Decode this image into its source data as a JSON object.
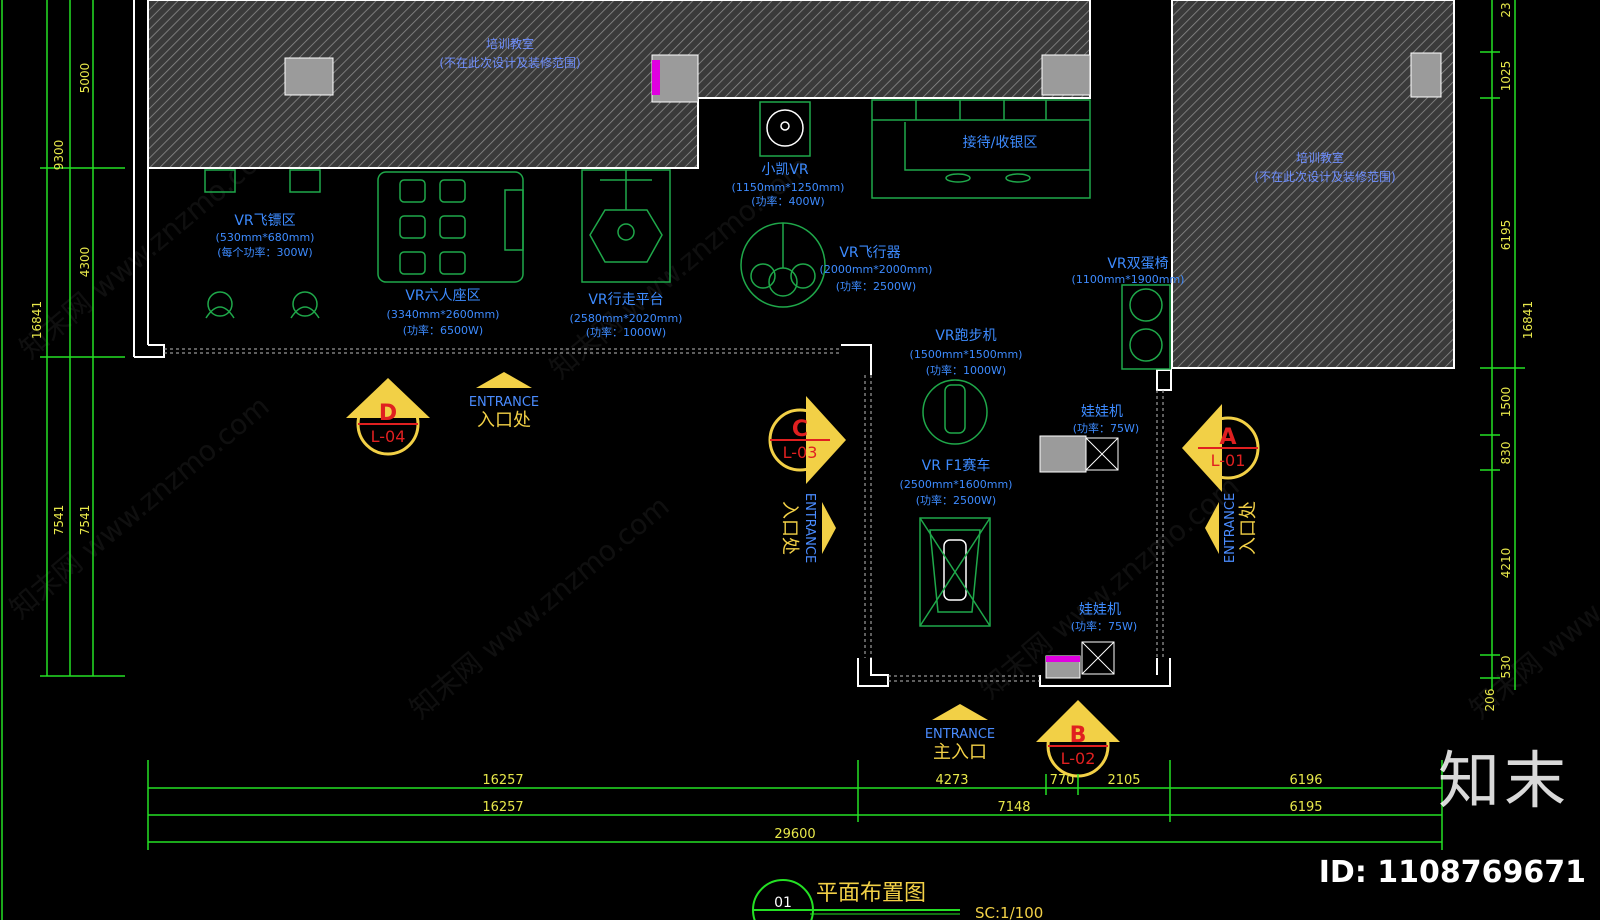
{
  "drawing": {
    "title": "平面布置图",
    "number": "01",
    "scale": "SC:1/100"
  },
  "classrooms": {
    "name": "培训教室",
    "note": "(不在此次设计及装修范围)"
  },
  "reception": "接待/收银区",
  "zones": {
    "dart": {
      "name": "VR飞镖区",
      "size": "(530mm*680mm)",
      "power": "(每个功率：300W)"
    },
    "six_seat": {
      "name": "VR六人座区",
      "size": "(3340mm*2600mm)",
      "power": "(功率：6500W)"
    },
    "walk": {
      "name": "VR行走平台",
      "size": "(2580mm*2020mm)",
      "power": "(功率：1000W)"
    },
    "xiaokai": {
      "name": "小凯VR",
      "size": "(1150mm*1250mm)",
      "power": "(功率：400W)"
    },
    "flyer": {
      "name": "VR飞行器",
      "size": "(2000mm*2000mm)",
      "power": "(功率：2500W)"
    },
    "egg": {
      "name": "VR双蛋椅",
      "size": "(1100mm*1900mm)"
    },
    "treadmill": {
      "name": "VR跑步机",
      "size": "(1500mm*1500mm)",
      "power": "(功率：1000W)"
    },
    "f1": {
      "name": "VR F1赛车",
      "size": "(2500mm*1600mm)",
      "power": "(功率：2500W)"
    },
    "claw1": {
      "name": "娃娃机",
      "power": "(功率：75W)"
    },
    "claw2": {
      "name": "娃娃机",
      "power": "(功率：75W)"
    }
  },
  "entrances": {
    "en": "ENTRANCE",
    "side": "入口处",
    "main": "主入口"
  },
  "elevation_markers": [
    {
      "letter": "A",
      "code": "L-01"
    },
    {
      "letter": "B",
      "code": "L-02"
    },
    {
      "letter": "C",
      "code": "L-03"
    },
    {
      "letter": "D",
      "code": "L-04"
    }
  ],
  "dimensions": {
    "bottom_row1": [
      "16257",
      "4273",
      "770",
      "2105",
      "6196"
    ],
    "bottom_row2": [
      "16257",
      "7148",
      "6195"
    ],
    "bottom_total": "29600",
    "left_outer": [
      "9300",
      "7541",
      "16841"
    ],
    "left_inner": [
      "5000",
      "4300",
      "7541"
    ],
    "right": [
      "23",
      "1025",
      "6195",
      "16841",
      "1500",
      "830",
      "4210",
      "530",
      "206"
    ]
  },
  "watermark_text": "知末网 www.znzmo.com",
  "brand": "知末",
  "image_id": "ID: 1108769671",
  "colors": {
    "background": "#000000",
    "dimension_line": "#24e024",
    "dimension_text": "#e8e84a",
    "label_blue": "#3d8bff",
    "wall": "#ffffff",
    "marker_yellow": "#f2d046",
    "marker_red": "#e02020",
    "furniture_green": "#1fa84a",
    "accent_magenta": "#e000e0"
  }
}
